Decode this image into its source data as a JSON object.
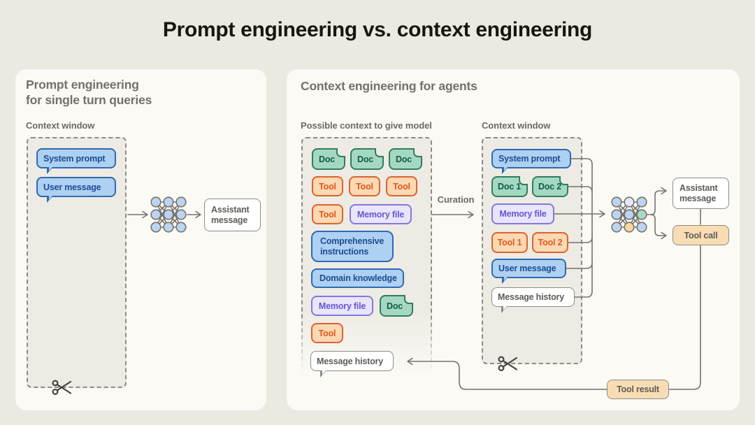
{
  "title": "Prompt engineering vs. context engineering",
  "left_panel": {
    "heading_line1": "Prompt engineering",
    "heading_line2": "for single turn queries",
    "context_window_label": "Context window",
    "system_prompt": "System prompt",
    "user_message": "User message",
    "assistant_message": "Assistant message"
  },
  "right_panel": {
    "heading": "Context engineering for agents",
    "possible_context_label": "Possible context to give model",
    "curation_label": "Curation",
    "context_window_label": "Context window",
    "possible_context_items": {
      "doc_a": "Doc",
      "doc_b": "Doc",
      "doc_c": "Doc",
      "tool_a": "Tool",
      "tool_b": "Tool",
      "tool_c": "Tool",
      "tool_d": "Tool",
      "memory_file_a": "Memory file",
      "comprehensive_instructions": "Comprehensive instructions",
      "domain_knowledge": "Domain knowledge",
      "memory_file_b": "Memory file",
      "doc_d": "Doc",
      "tool_e": "Tool",
      "message_history": "Message history"
    },
    "context_window_items": {
      "system_prompt": "System prompt",
      "doc_1": "Doc 1",
      "doc_2": "Doc 2",
      "memory_file": "Memory file",
      "tool_1": "Tool 1",
      "tool_2": "Tool 2",
      "user_message": "User message",
      "message_history": "Message history"
    },
    "assistant_message": "Assistant message",
    "tool_call": "Tool call",
    "tool_result": "Tool result"
  },
  "colors": {
    "page_background": "#ece9e1",
    "card_background": "#fbfaf5",
    "dashed_box_fill": "#edebe4",
    "dashed_box_border": "#8d8c85",
    "heading_gray": "#72716b",
    "connector_gray": "#74736d",
    "blue_fill": "#aed0f2",
    "blue_border": "#2d6bb1",
    "blue_text": "#1c4d92",
    "green_fill": "#a5d8c2",
    "green_border": "#2d7d62",
    "green_text": "#0f5c45",
    "orange_fill": "#fcd9b2",
    "orange_border": "#e0622d",
    "orange_text": "#e0561f",
    "purple_fill": "#e9e5fc",
    "purple_border": "#8577dd",
    "purple_text": "#6557d2",
    "neutral_fill": "#ffffff",
    "neutral_border": "#8c8b84",
    "neutral_text": "#5d5c56",
    "tan_fill": "#f8ddb4",
    "nn_node_blue": "#bdd4f1",
    "nn_node_lavender": "#e7e5f8",
    "nn_node_green": "#a9d9c4",
    "nn_node_orange": "#f7d6a4"
  }
}
